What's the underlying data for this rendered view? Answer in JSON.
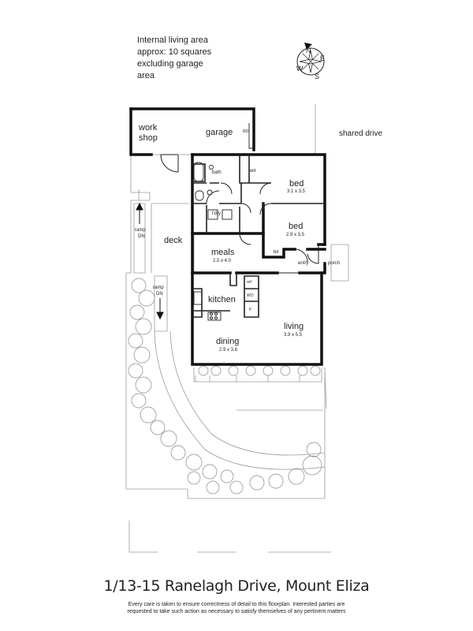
{
  "header": {
    "area_note_lines": [
      "Internal living area",
      "approx: 10 squares",
      "excluding garage",
      "area"
    ]
  },
  "compass": {
    "n": "N",
    "e": "E",
    "s": "S",
    "w": "W"
  },
  "rooms": {
    "workshop": [
      "work",
      "shop"
    ],
    "garage": "garage",
    "garage_rd": "RD",
    "shared_drive": "shared drive",
    "bath": "bath",
    "wir": "wir",
    "bed1": {
      "name": "bed",
      "size": "3.1 x 3.5"
    },
    "bed2": {
      "name": "bed",
      "size": "2.9 x 3.5"
    },
    "ldry": "l'dry",
    "bir": "bir",
    "entry": "entry",
    "porch": "porch",
    "deck": "deck",
    "ramp1": [
      "ramp",
      "DN"
    ],
    "ramp2": [
      "ramp",
      "DN"
    ],
    "meals": {
      "name": "meals",
      "size": "2.5 x 4.0"
    },
    "kitchen": "kitchen",
    "ref": "ref",
    "wo": "WO",
    "p": "p",
    "living": {
      "name": "living",
      "size": "3.9 x 5.5"
    },
    "dining": {
      "name": "dining",
      "size": "2.9 x 3.6"
    }
  },
  "footer": {
    "address": "1/13-15 Ranelagh Drive, Mount Eliza",
    "disclaimer_lines": [
      "Every care is taken to ensure correctness of detail to this floorplan. Interested parties are",
      "requested to take such action as necessary to satisfy themselves of any pertinent matters"
    ]
  }
}
